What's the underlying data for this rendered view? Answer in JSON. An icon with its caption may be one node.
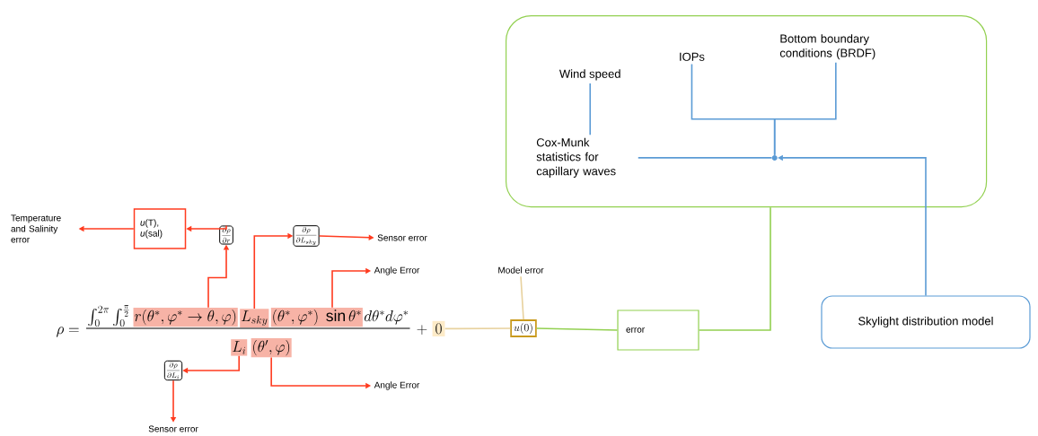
{
  "diagram": {
    "nodes": [
      {
        "text": [],
        "shape": "box"
      },
      {
        "text": [
          "Wind speed"
        ],
        "in": 0
      },
      {
        "text": [
          "IOPs"
        ],
        "in": 0
      },
      {
        "text": [
          "Bottom boundary conditions (BRDF)"
        ],
        "in": 0
      },
      {
        "text": [
          "Cox-Munk statistics for capillary waves"
        ],
        "in": 0
      },
      {
        "text": [],
        "shape": "circle",
        "in": 0
      },
      {
        "text": [
          "Skylight distribution model"
        ]
      },
      {
        "text": [
          "error"
        ]
      },
      {
        "text": [
          "u(0)"
        ]
      },
      {
        "text": [
          "Model error"
        ]
      },
      {
        "text": [
          "0"
        ]
      },
      {
        "text": [
          "r(\\theta^*,\\varphi^*\\rightarrow\\theta,\\varphi)"
        ]
      },
      {
        "text": [
          "L_{sky}"
        ]
      },
      {
        "text": [
          "(\\theta^*,\\varphi^*)\\ \\sin\\theta^*"
        ]
      },
      {
        "text": [
          "L_i"
        ]
      },
      {
        "text": [
          "(\\theta',\\varphi)"
        ]
      },
      {
        "text": [
          "\\frac{\\partial\\rho}{\\partial r}"
        ]
      },
      {
        "text": [
          "*u*(T), *u*(sal)"
        ]
      },
      {
        "text": [
          "Temperature and Salinity error"
        ]
      },
      {
        "text": [
          "\\frac{\\partial\\rho}{\\partial L_{sky}}"
        ]
      },
      {
        "text": [
          "Sensor error"
        ]
      },
      {
        "text": [
          "Angle Error"
        ]
      },
      {
        "text": [
          "\\frac{\\partial\\rho}{\\partial L_i}"
        ]
      },
      {
        "text": [
          "Sensor error"
        ]
      },
      {
        "text": [
          "Angle Error"
        ]
      }
    ],
    "edges": [
      {
        "from": 1,
        "to": 4,
        "arrow": "none",
        "color": "#5b9bd5"
      },
      {
        "from": 2,
        "to": 5,
        "arrow": "none",
        "color": "#5b9bd5"
      },
      {
        "from": 3,
        "to": 5,
        "arrow": "none",
        "color": "#5b9bd5"
      },
      {
        "from": 4,
        "to": 5,
        "arrow": "none",
        "color": "#5b9bd5"
      },
      {
        "from": 6,
        "to": 5,
        "arrow": "to",
        "color": "#5b9bd5"
      },
      {
        "from": 0,
        "to": 7,
        "arrow": "none",
        "color": "#92d050"
      },
      {
        "from": 7,
        "to": 8,
        "arrow": "none",
        "color": "#92d050"
      },
      {
        "from": 10,
        "to": 8,
        "arrow": "none",
        "color": "#e8d29f"
      },
      {
        "from": 9,
        "to": 8,
        "arrow": "none",
        "color": "#e8d29f"
      },
      {
        "from": 11,
        "to": 16,
        "arrow": "to"
      },
      {
        "from": 16,
        "to": 17,
        "arrow": "to"
      },
      {
        "from": 17,
        "to": 18,
        "arrow": "to"
      },
      {
        "from": 12,
        "to": 19,
        "arrow": "to"
      },
      {
        "from": 19,
        "to": 20,
        "arrow": "to"
      },
      {
        "from": 13,
        "to": 21,
        "arrow": "to"
      },
      {
        "from": 14,
        "to": 22,
        "arrow": "to"
      },
      {
        "from": 22,
        "to": 23,
        "arrow": "to"
      },
      {
        "from": 15,
        "to": 24,
        "arrow": "to"
      }
    ],
    "labels": [
      "\\rho =",
      "\\int_0^{2\\pi}\\int_0^{\\frac{\\pi}{2}}",
      "d\\theta^* d\\varphi^*",
      "+"
    ]
  }
}
